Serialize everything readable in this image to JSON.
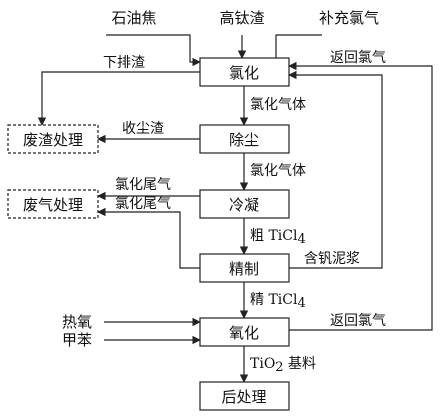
{
  "nodes": {
    "chlorination": "氯化",
    "dust_removal": "除尘",
    "condensation": "冷凝",
    "refining": "精制",
    "oxidation": "氧化",
    "post_treatment": "后处理",
    "waste_slag_treatment": "废渣处理",
    "waste_gas_treatment": "废气处理"
  },
  "inputs": {
    "petroleum_coke": "石油焦",
    "high_ti_slag": "高钛渣",
    "supplementary_chlorine": "补充氯气",
    "hot_oxygen": "热氧",
    "toluene": "甲苯"
  },
  "edges": {
    "bottom_slag": "下排渣",
    "dust_slag": "收尘渣",
    "chloride_gas_1": "氯化气体",
    "chloride_gas_2": "氯化气体",
    "chloride_tail_gas_1": "氯化尾气",
    "chloride_tail_gas_2": "氯化尾气",
    "crude_ticl4_prefix": "粗 TiCl",
    "crude_ticl4_sub": "4",
    "vanadium_slurry": "含钒泥浆",
    "refined_ticl4_prefix": "精 TiCl",
    "refined_ticl4_sub": "4",
    "return_chlorine_top": "返回氯气",
    "return_chlorine_bottom": "返回氯气",
    "tio2_prefix": "TiO",
    "tio2_sub": "2",
    "tio2_suffix": " 基料"
  }
}
